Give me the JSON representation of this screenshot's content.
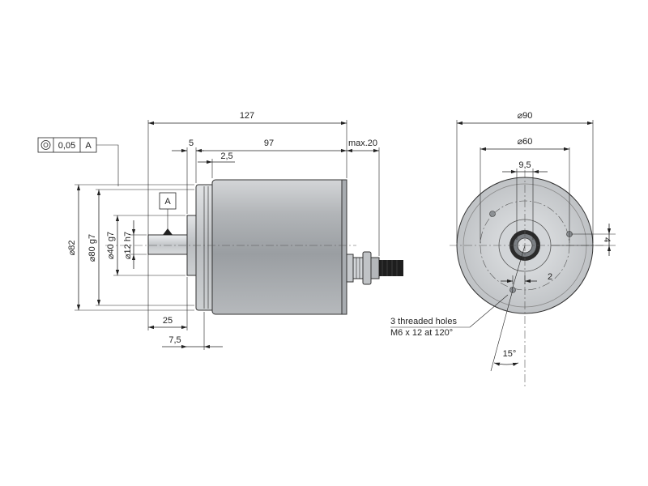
{
  "side_view": {
    "dims": {
      "length_total": "127",
      "flange": "5",
      "housing": "97",
      "cable_gland": "max.20",
      "flange_step": "2,5",
      "shaft_length": "25",
      "spigot": "7,5",
      "dia_82": "⌀82",
      "dia_80": "⌀80 g7",
      "dia_40": "⌀40 g7",
      "dia_12": "⌀12 h7"
    },
    "datum_label": "A",
    "tolerance_frame": {
      "symbol": "concentricity-symbol",
      "value": "0,05",
      "datum": "A"
    }
  },
  "front_view": {
    "dims": {
      "dia_90": "⌀90",
      "dia_60": "⌀60",
      "width_9_5": "9,5",
      "offset_4": "4",
      "offset_2": "2",
      "angle": "15°"
    },
    "note": [
      "3 threaded holes",
      "M6 x 12 at 120°"
    ]
  }
}
